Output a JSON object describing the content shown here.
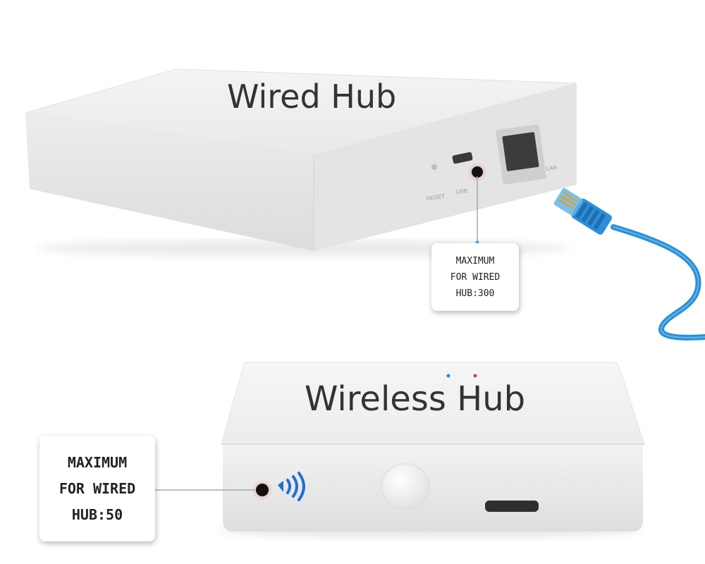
{
  "wired_hub": {
    "title": "Wired Hub",
    "port_labels": {
      "reset": "RESET",
      "usb": "USB",
      "lan": "LAN"
    },
    "callout": {
      "line1": "MAXIMUM",
      "line2": "FOR WIRED",
      "line3": "HUB:300"
    }
  },
  "wireless_hub": {
    "title": "Wireless Hub",
    "callout": {
      "line1": "MAXIMUM",
      "line2": "FOR WIRED",
      "line3": "HUB:50"
    }
  },
  "colors": {
    "indicator_red": "#e53935",
    "indicator_blue": "#1e88e5",
    "cable_blue": "#2a8fd8",
    "wifi_blue": "#1f6fd1"
  },
  "icons": [
    "wifi-signal-icon",
    "ethernet-port-icon",
    "micro-usb-port-icon",
    "ethernet-cable-icon"
  ]
}
